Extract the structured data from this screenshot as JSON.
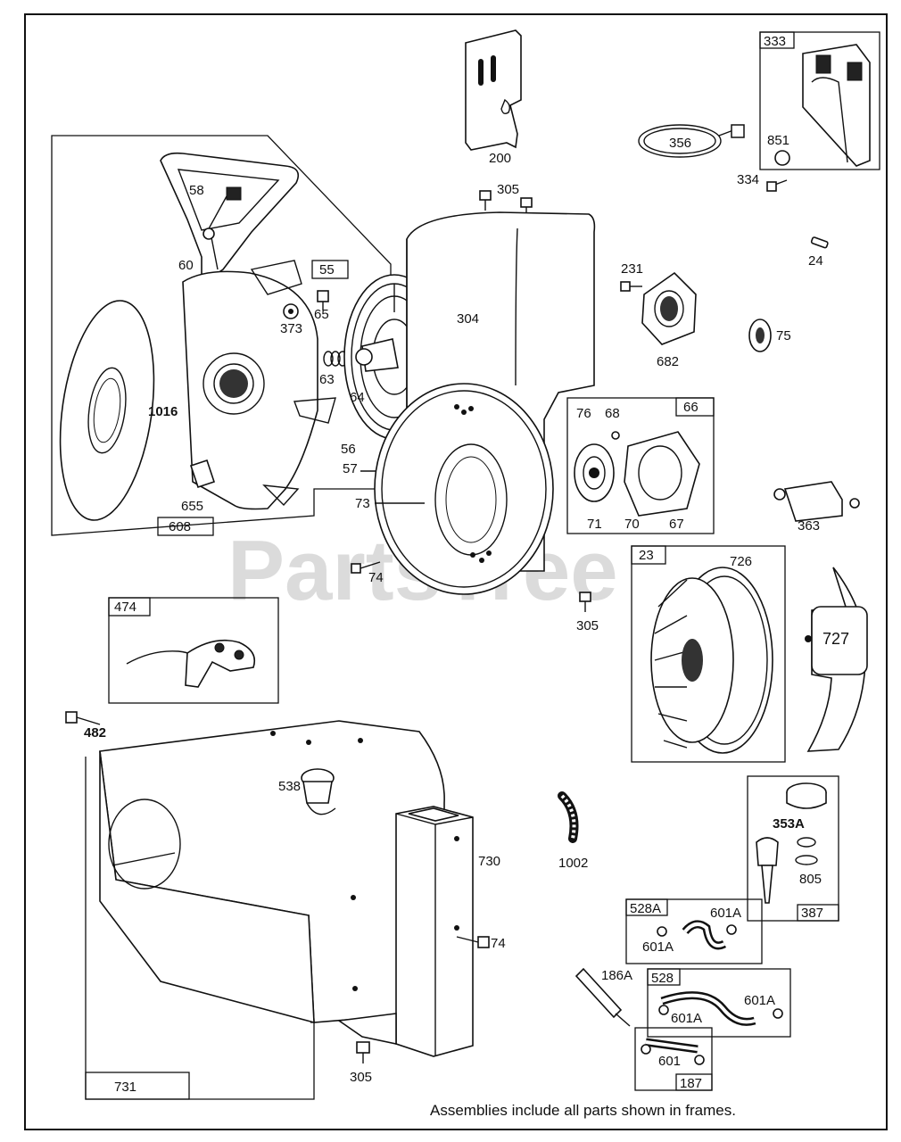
{
  "watermark": "PartsTree",
  "footer_note": "Assemblies include all parts shown in frames.",
  "frame_labels": {
    "f333": "333",
    "f55": "55",
    "f66": "66",
    "f608": "608",
    "f474": "474",
    "f23": "23",
    "f387": "387",
    "f528A": "528A",
    "f528": "528",
    "f187": "187",
    "f731": "731"
  },
  "part_labels": {
    "p200": "200",
    "p356": "356",
    "p851": "851",
    "p334": "334",
    "p305a": "305",
    "p24": "24",
    "p231": "231",
    "p682": "682",
    "p75": "75",
    "p58": "58",
    "p60": "60",
    "p373": "373",
    "p65": "65",
    "p304": "304",
    "p63": "63",
    "p64": "64",
    "p1016": "1016",
    "p56": "56",
    "p57": "57",
    "p655": "655",
    "p73": "73",
    "p76": "76",
    "p68": "68",
    "p71": "71",
    "p70": "70",
    "p67": "67",
    "p363": "363",
    "p74a": "74",
    "p305b": "305",
    "p726": "726",
    "p727": "727",
    "p482": "482",
    "p538": "538",
    "p730": "730",
    "p74b": "74",
    "p1002": "1002",
    "p353A": "353A",
    "p805": "805",
    "p601Aa": "601A",
    "p601Ab": "601A",
    "p186A": "186A",
    "p601Ac": "601A",
    "p601Ad": "601A",
    "p601": "601",
    "p305c": "305"
  }
}
